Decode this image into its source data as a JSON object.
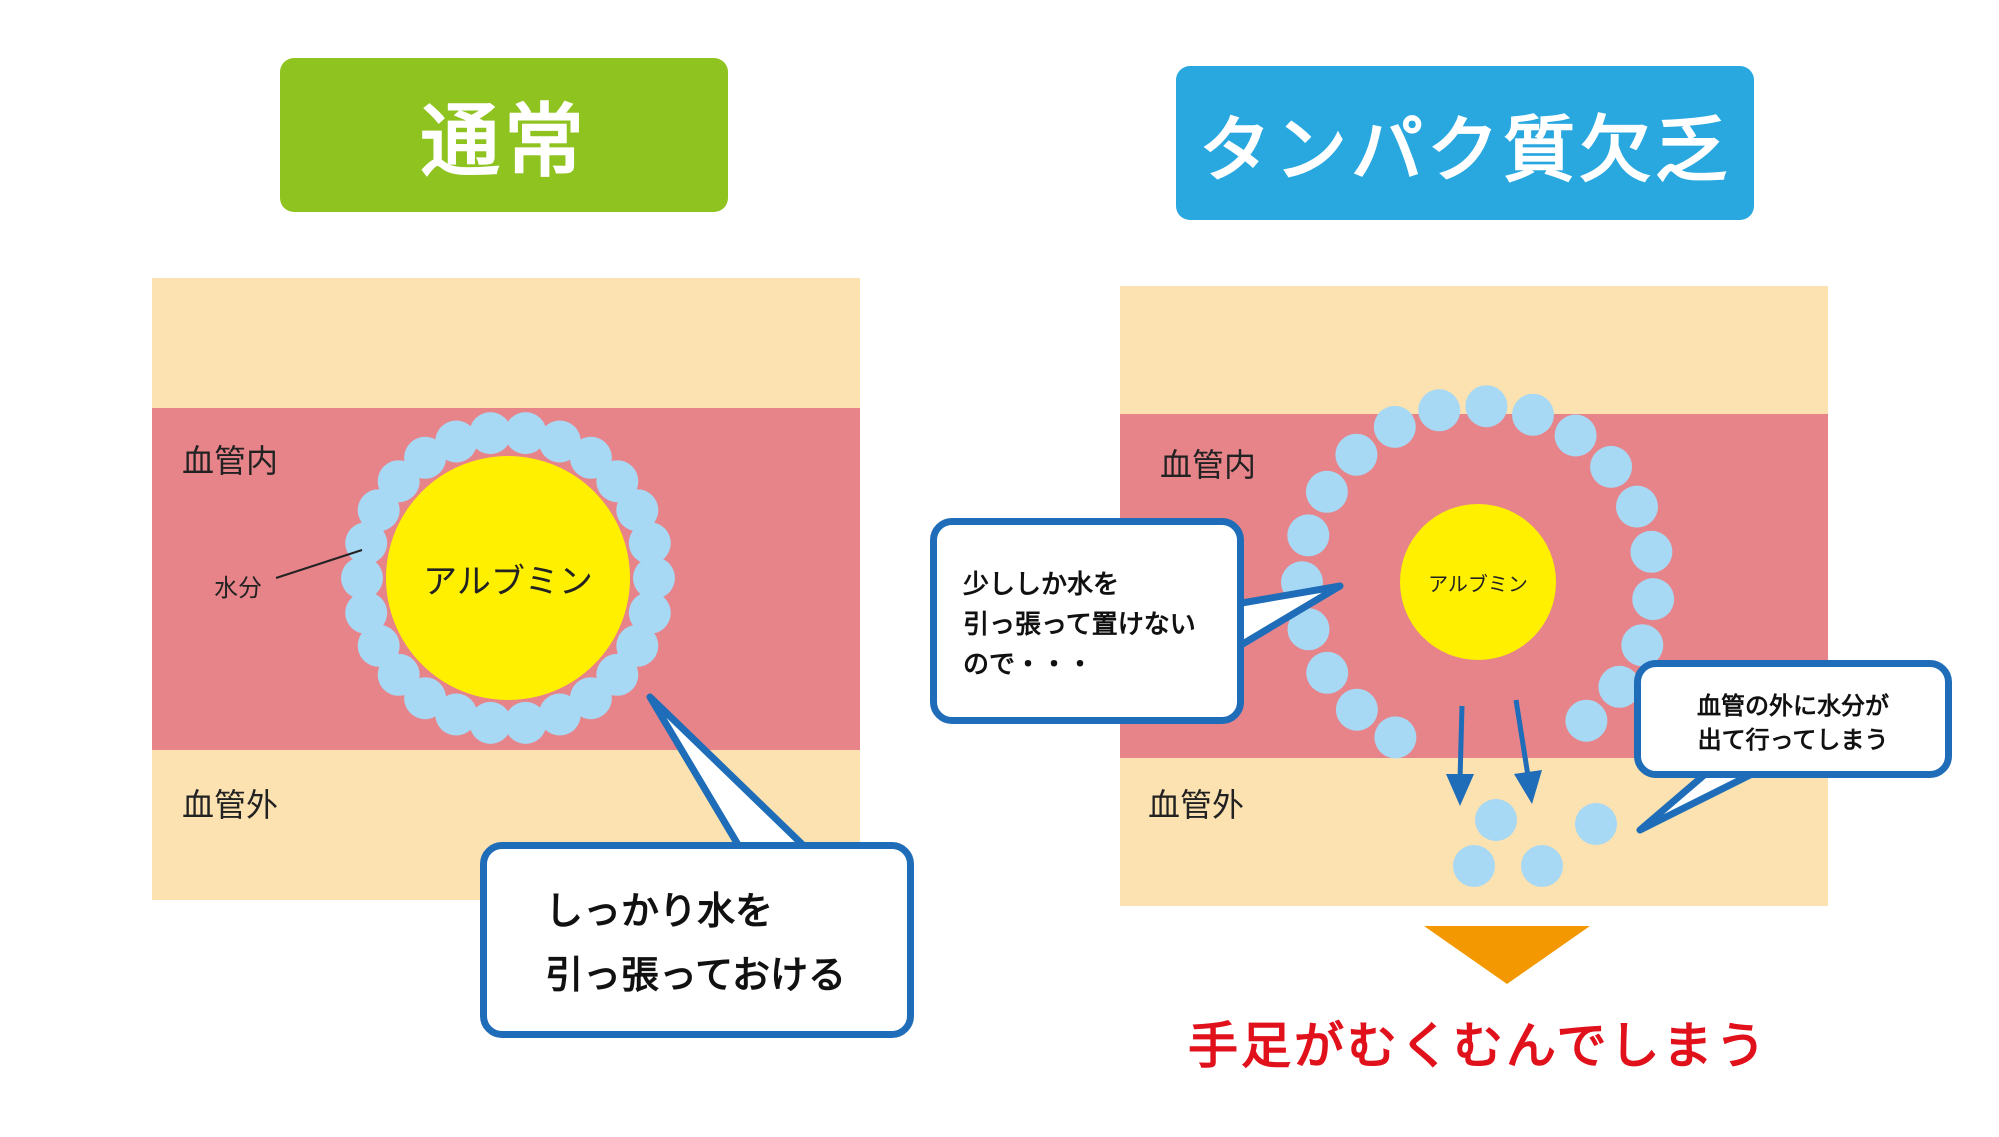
{
  "normal": {
    "title": "通常",
    "label_inside": "血管内",
    "label_outside": "血管外",
    "label_water": "水分",
    "label_albumin": "アルブミン",
    "balloon_lines": [
      "しっかり水を",
      "引っ張っておける"
    ]
  },
  "deficiency": {
    "title": "タンパク質欠乏",
    "label_inside": "血管内",
    "label_outside": "血管外",
    "label_albumin": "アルブミン",
    "balloon_left_lines": [
      "少ししか水を",
      "引っ張って置けない",
      "ので・・・"
    ],
    "balloon_right_lines": [
      "血管の外に水分が",
      "出て行ってしまう"
    ],
    "result": "手足がむくむんでしまう"
  },
  "colors": {
    "normal_badge": "#8fc31f",
    "deficiency_badge": "#29a8e0",
    "tissue": "#fbe2b0",
    "vessel": "#e6848a",
    "albumin": "#fff000",
    "water": "#a7d8f4",
    "balloon_border": "#1f6db8",
    "arrow_orange": "#f39800",
    "result_red": "#e1111c"
  }
}
